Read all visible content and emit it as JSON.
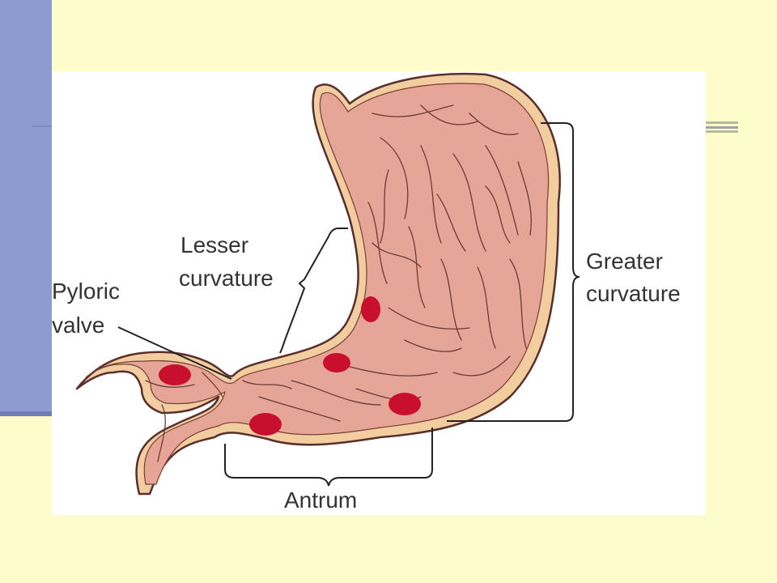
{
  "labels": {
    "lesser_line1": "Lesser",
    "lesser_line2": "curvature",
    "pyloric_line1": "Pyloric",
    "pyloric_line2": "valve",
    "greater_line1": "Greater",
    "greater_line2": "curvature",
    "antrum": "Antrum"
  },
  "colors": {
    "background": "#FFFCCC",
    "sidebar": "#8E9BD0",
    "stomach_fill": "#E5A597",
    "stomach_rim": "#F2CDA0",
    "fold_lines": "#6E3A35",
    "ulcer_spots": "#C8102E",
    "label_text": "#333333"
  }
}
